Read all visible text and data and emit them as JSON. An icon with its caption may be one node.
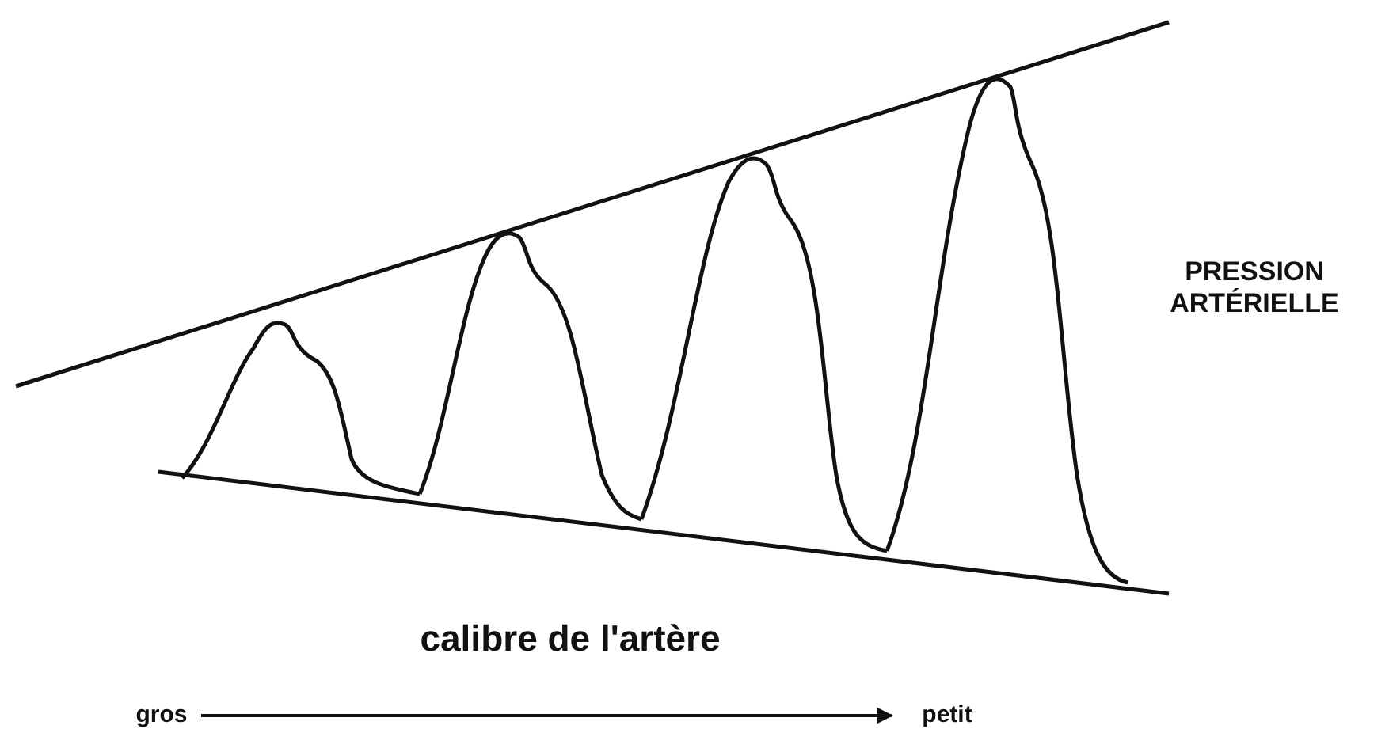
{
  "diagram": {
    "nodes": [
      {
        "text": [
          "gros"
        ]
      },
      {
        "text": [
          "petit"
        ]
      }
    ],
    "edges": [
      {
        "from": 0,
        "to": 1,
        "arrow": "to"
      }
    ],
    "labels": [
      "PRESSION ARTÉRIELLE",
      "calibre de l'artère"
    ]
  }
}
